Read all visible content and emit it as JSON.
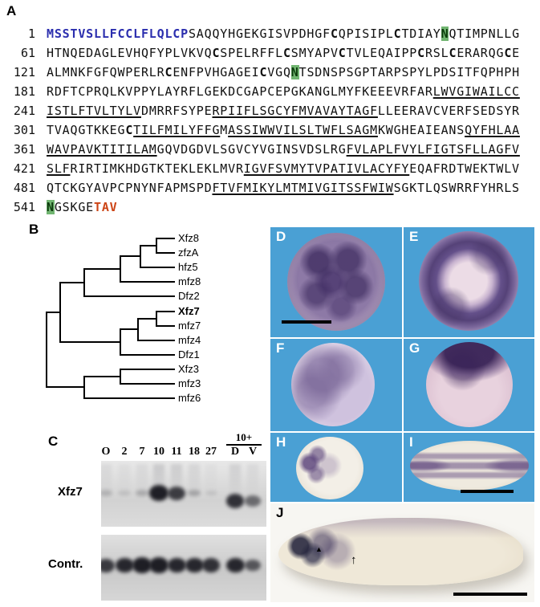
{
  "panel_labels": {
    "A": "A",
    "B": "B",
    "C": "C",
    "D": "D",
    "E": "E",
    "F": "F",
    "G": "G",
    "H": "H",
    "I": "I",
    "J": "J"
  },
  "sequence": {
    "lines": [
      {
        "num": "1",
        "segments": [
          {
            "t": "MSSTVSLLFCCLFLQLCP",
            "s": "sp"
          },
          {
            "t": "SAQQYHGEKGISVPDHGF",
            "s": "n"
          },
          {
            "t": "C",
            "s": "b"
          },
          {
            "t": "QPISIPL",
            "s": "n"
          },
          {
            "t": "C",
            "s": "b"
          },
          {
            "t": "TDIAY",
            "s": "n"
          },
          {
            "t": "N",
            "s": "g"
          },
          {
            "t": "QTIMPNLLG",
            "s": "n"
          }
        ]
      },
      {
        "num": "61",
        "segments": [
          {
            "t": "HTNQEDAGLEVHQFYPLVKVQ",
            "s": "n"
          },
          {
            "t": "C",
            "s": "b"
          },
          {
            "t": "SPELRFFL",
            "s": "n"
          },
          {
            "t": "C",
            "s": "b"
          },
          {
            "t": "SMYAPV",
            "s": "n"
          },
          {
            "t": "C",
            "s": "b"
          },
          {
            "t": "TVLEQAIPP",
            "s": "n"
          },
          {
            "t": "C",
            "s": "b"
          },
          {
            "t": "RSL",
            "s": "n"
          },
          {
            "t": "C",
            "s": "b"
          },
          {
            "t": "ERARQG",
            "s": "n"
          },
          {
            "t": "C",
            "s": "b"
          },
          {
            "t": "E",
            "s": "n"
          }
        ]
      },
      {
        "num": "121",
        "segments": [
          {
            "t": "ALMNKFGFQWPERLR",
            "s": "n"
          },
          {
            "t": "C",
            "s": "b"
          },
          {
            "t": "ENFPVHGAGEI",
            "s": "n"
          },
          {
            "t": "C",
            "s": "b"
          },
          {
            "t": "VGQ",
            "s": "n"
          },
          {
            "t": "N",
            "s": "g"
          },
          {
            "t": "TSDNSPSGPTARPSPYLPDSITFQPHPH",
            "s": "n"
          }
        ]
      },
      {
        "num": "181",
        "segments": [
          {
            "t": "RDFTCPRQLKVPPYLAYRFLGEKDCGAPCEPGKANGLMYFKEEEVRFAR",
            "s": "n"
          },
          {
            "t": "LWVGIWAILCC",
            "s": "u"
          }
        ]
      },
      {
        "num": "241",
        "segments": [
          {
            "t": "ISTLFTVLTYLV",
            "s": "u"
          },
          {
            "t": "DMRRFSYPE",
            "s": "n"
          },
          {
            "t": "RPIIFLSGCYFMVAVAYTAGF",
            "s": "u"
          },
          {
            "t": "LLEERAVCVERFSEDSYR",
            "s": "n"
          }
        ]
      },
      {
        "num": "301",
        "segments": [
          {
            "t": "TVAQGTKKEG",
            "s": "n"
          },
          {
            "t": "C",
            "s": "b"
          },
          {
            "t": "TILFMILYFFG",
            "s": "u"
          },
          {
            "t": "M",
            "s": "n"
          },
          {
            "t": "ASSIWWVILSLTWFLSAGM",
            "s": "u"
          },
          {
            "t": "KWGHEAIEANS",
            "s": "n"
          },
          {
            "t": "QYFHLAA",
            "s": "u"
          }
        ]
      },
      {
        "num": "361",
        "segments": [
          {
            "t": "WAVPAVKTITILAM",
            "s": "u"
          },
          {
            "t": "GQVDGDVLSGVCYVGINSVDSLRG",
            "s": "n"
          },
          {
            "t": "FVLAPLFVYLFIGTSFLLAGFV",
            "s": "u"
          }
        ]
      },
      {
        "num": "421",
        "segments": [
          {
            "t": "SLF",
            "s": "u"
          },
          {
            "t": "RIRTIMKHDGTKTEKLEKLMVR",
            "s": "n"
          },
          {
            "t": "IGVFSVMYTVPATIVLACYFY",
            "s": "u"
          },
          {
            "t": "EQAFRDTWEKTWLV",
            "s": "n"
          }
        ]
      },
      {
        "num": "481",
        "segments": [
          {
            "t": "QTCKGYAVPCPNYNFAPMSPD",
            "s": "n"
          },
          {
            "t": "FTVFMIKYLMTMIVGITSSFWIW",
            "s": "u"
          },
          {
            "t": "SGKTLQSWRRFYHRLS",
            "s": "n"
          }
        ]
      },
      {
        "num": "541",
        "segments": [
          {
            "t": "N",
            "s": "g"
          },
          {
            "t": "GSKGE",
            "s": "n"
          },
          {
            "t": "TAV",
            "s": "o"
          }
        ]
      }
    ]
  },
  "tree": {
    "taxa": [
      "Xfz8",
      "zfzA",
      "hfz5",
      "mfz8",
      "Dfz2",
      "Xfz7",
      "mfz7",
      "mfz4",
      "Dfz1",
      "Xfz3",
      "mfz3",
      "mfz6"
    ],
    "highlighted": "Xfz7"
  },
  "gel": {
    "bracket_label": "10+",
    "lane_labels": [
      "O",
      "2",
      "7",
      "10",
      "11",
      "18",
      "27",
      "D",
      "V"
    ],
    "rows": [
      {
        "label": "Xfz7",
        "band_opacities": [
          0.18,
          0.12,
          0.22,
          0.95,
          0.8,
          0.25,
          0.1,
          0.85,
          0.55
        ],
        "smear_opacities": [
          0.15,
          0.1,
          0.15,
          0.35,
          0.3,
          0.2,
          0.08,
          0.25,
          0.15
        ]
      },
      {
        "label": "Contr.",
        "band_opacities": [
          0.8,
          0.9,
          0.95,
          0.95,
          0.9,
          0.9,
          0.85,
          0.9,
          0.65
        ]
      }
    ]
  },
  "annotations": {
    "arrowhead": "▲",
    "arrow": "↑"
  },
  "colors": {
    "photo_bg": "#4aa0d4",
    "signal_peptide": "#2b2eae",
    "glyco_highlight": "#71b571",
    "c_terminal": "#cc4415"
  }
}
